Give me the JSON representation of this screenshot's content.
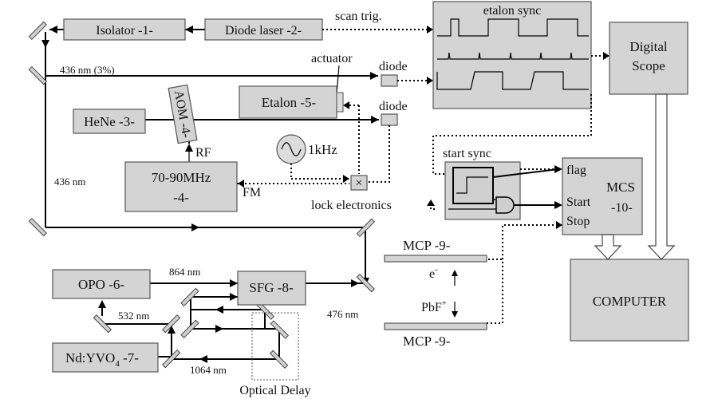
{
  "labels": {
    "isolator": "Isolator -1-",
    "diode_laser": "Diode laser -2-",
    "scan_trig": "scan trig.",
    "etalon_sync": "etalon sync",
    "digital_scope_1": "Digital",
    "digital_scope_2": "Scope",
    "nm436_3pct": "436 nm (3%)",
    "actuator": "actuator",
    "diode_top": "diode",
    "diode_mid": "diode",
    "etalon": "Etalon -5-",
    "hene": "HeNe -3-",
    "aom": "AOM -4-",
    "rf": "RF",
    "osc_freq": "1kHz",
    "rf_driver_1": "70-90MHz",
    "rf_driver_2": "-4-",
    "fm": "FM",
    "lock_electronics": "lock electronics",
    "nm436": "436 nm",
    "start_sync": "start sync",
    "mcs_flag": "flag",
    "mcs_name": "MCS",
    "mcs_start": "Start",
    "mcs_num": "-10-",
    "mcs_stop": "Stop",
    "mcp_top": "MCP -9-",
    "mcp_bottom": "MCP -9-",
    "electron": "e",
    "electron_sup": "-",
    "pbf": "PbF",
    "pbf_sup": "+",
    "opo": "OPO -6-",
    "nm864": "864 nm",
    "sfg": "SFG -8-",
    "nm532": "532 nm",
    "nm476": "476 nm",
    "ndyvo": "Nd:YVO",
    "ndyvo_sub": "4",
    "ndyvo_num": " -7-",
    "nm1064": "1064 nm",
    "optical_delay": "Optical Delay",
    "computer": "COMPUTER"
  },
  "icons": {
    "oscillator": "sine-wave-icon",
    "mixer": "multiplier-x-icon",
    "and_gate": "and-gate-icon",
    "flipflop": "flip-flop-icon"
  }
}
